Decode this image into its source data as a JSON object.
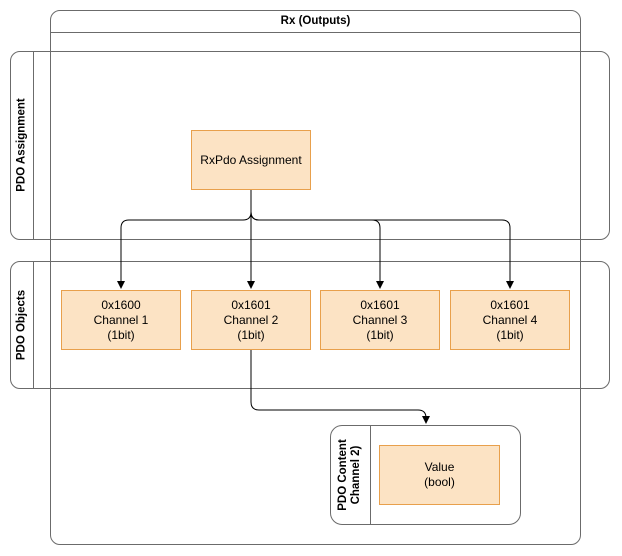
{
  "title": "Rx (Outputs)",
  "lanes": {
    "assignment_label": "PDO Assignment",
    "objects_label": "PDO Objects",
    "content_label_line1": "PDO Content",
    "content_label_line2": "Channel 2)"
  },
  "assignment_box": {
    "label": "RxPdo Assignment"
  },
  "objects": [
    {
      "index": "0x1600",
      "name": "Channel 1",
      "size": "(1bit)"
    },
    {
      "index": "0x1601",
      "name": "Channel 2",
      "size": "(1bit)"
    },
    {
      "index": "0x1601",
      "name": "Channel 3",
      "size": "(1bit)"
    },
    {
      "index": "0x1601",
      "name": "Channel 4",
      "size": "(1bit)"
    }
  ],
  "content_box": {
    "line1": "Value",
    "line2": "(bool)"
  },
  "colors": {
    "box_fill": "#fce3c4",
    "box_border": "#e8a04c",
    "frame": "#6b6b6b"
  }
}
